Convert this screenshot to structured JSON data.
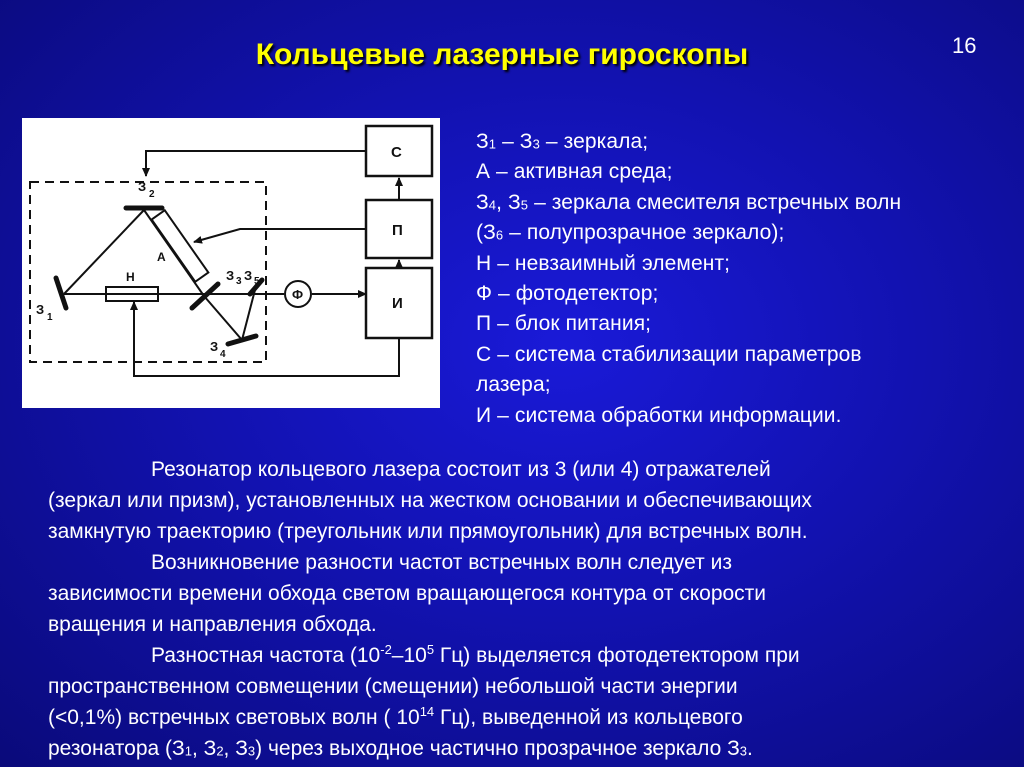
{
  "slide": {
    "title": "Кольцевые лазерные гироскопы",
    "page_number": "16"
  },
  "figure": {
    "labels": {
      "c": "С",
      "p": "П",
      "i": "И",
      "f": "Ф",
      "n": "Н",
      "a": "А",
      "z": "З",
      "z2_idx": "2",
      "z1_idx": "1",
      "z3z5_idx": "3",
      "z5_idx": "5",
      "z4_idx": "4"
    }
  },
  "legend": {
    "l1": {
      "a": "З",
      "b": "1",
      "c": " – З",
      "d": "3",
      "e": " – зеркала;"
    },
    "l2": "А – активная среда;",
    "l3": {
      "a": "З",
      "b": "4",
      "c": ", З",
      "d": "5",
      "e": " – зеркала смесителя встречных волн"
    },
    "l4": {
      "a": "(З",
      "b": "6",
      "c": " – полупрозрачное зеркало);"
    },
    "l5": "Н – невзаимный элемент;",
    "l6": "Ф – фотодетектор;",
    "l7": "П – блок питания;",
    "l8": "С – система стабилизации параметров",
    "l9": "лазера;",
    "l10": "И – система обработки информации."
  },
  "body": {
    "p1": [
      "Резонатор кольцевого лазера состоит из 3 (или 4) отражателей",
      "(зеркал или призм), установленных на жестком основании и обеспечивающих",
      "замкнутую траекторию (треугольник или прямоугольник) для встречных волн."
    ],
    "p2": [
      "Возникновение разности частот встречных волн следует из",
      "зависимости времени обхода светом вращающегося контура от скорости",
      "вращения и направления обхода."
    ],
    "p3_l1": {
      "a": "Разностная частота  (10",
      "b": "-2",
      "c": "–10",
      "d": "5",
      "e": " Гц) выделяется фотодетектором при"
    },
    "p3_l2": "пространственном совмещении (смещении) небольшой части энергии",
    "p3_l3": {
      "a": "(<0,1%) встречных световых волн ( 10",
      "b": "14",
      "c": " Гц), выведенной из кольцевого"
    },
    "p3_l4": {
      "a": "резонатора (З",
      "b": "1",
      "c": ", З",
      "d": "2",
      "e": ", З",
      "f": "3",
      "g": ") через выходное частично прозрачное зеркало З",
      "h": "3",
      "i": "."
    }
  }
}
